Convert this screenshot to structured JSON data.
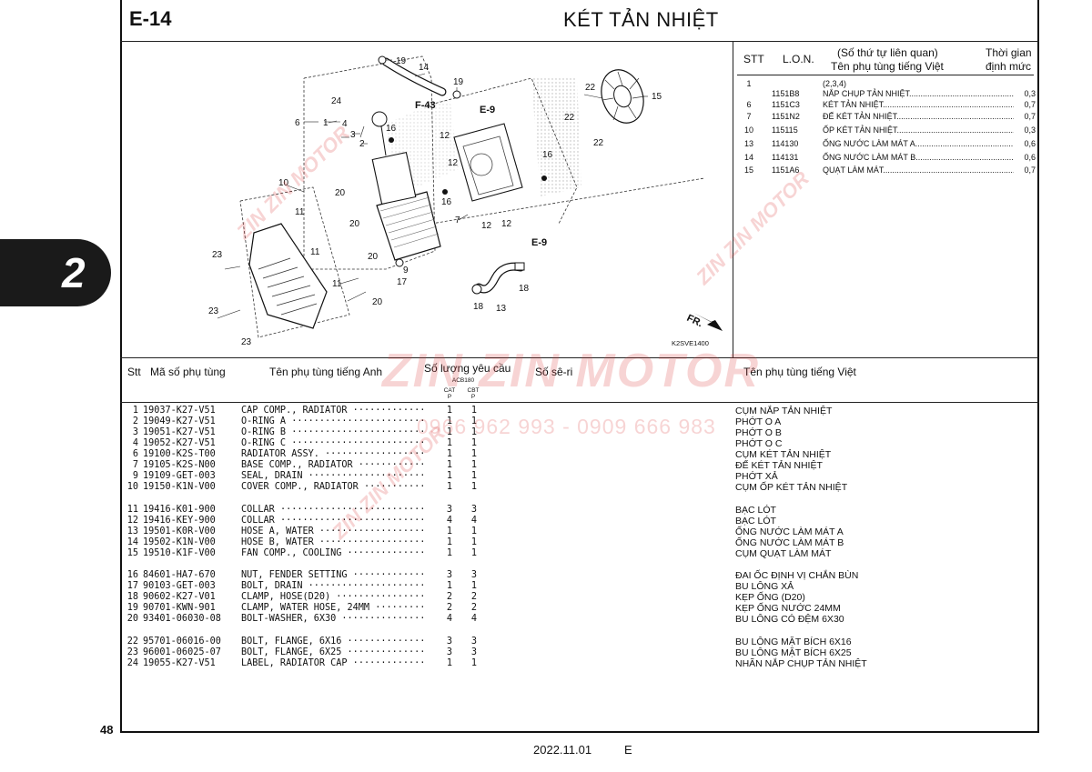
{
  "header": {
    "code": "E-14",
    "title": "KÉT TẢN NHIỆT"
  },
  "side_tab": "2",
  "page_number": "48",
  "footer": {
    "date": "2022.11.01",
    "edition": "E"
  },
  "drawing_code": "K2SVE1400",
  "info_table": {
    "headers": {
      "stt": "STT",
      "lon": "L.O.N.",
      "related_line1": "(Số thứ tự liên quan)",
      "related_line2": "Tên phụ tùng tiếng Việt",
      "time_line1": "Thời gian",
      "time_line2": "định mức"
    },
    "rows": [
      {
        "stt": "1",
        "lon": "",
        "name": "(2,3,4)",
        "time": ""
      },
      {
        "stt": "",
        "lon": "1151B8",
        "name": "NẮP CHỤP TẢN NHIỆT",
        "time": "0,3"
      },
      {
        "stt": "6",
        "lon": "1151C3",
        "name": "KÉT TẢN NHIỆT",
        "time": "0,7"
      },
      {
        "stt": "7",
        "lon": "1151N2",
        "name": "ĐẾ KÉT TẢN NHIỆT",
        "time": "0,7"
      },
      {
        "stt": "10",
        "lon": "115115",
        "name": "ỐP KÉT TẢN NHIỆT",
        "time": "0,3"
      },
      {
        "stt": "13",
        "lon": "114130",
        "name": "ỐNG NƯỚC LÀM MÁT A",
        "time": "0,6"
      },
      {
        "stt": "14",
        "lon": "114131",
        "name": "ỐNG NƯỚC LÀM MÁT B",
        "time": "0,6"
      },
      {
        "stt": "15",
        "lon": "1151A6",
        "name": "QUẠT LÀM MÁT",
        "time": "0,7"
      }
    ]
  },
  "parts_header": {
    "stt": "Stt",
    "part_no": "Mã số phụ tùng",
    "name_en": "Tên phụ tùng tiếng Anh",
    "qty": "Số lượng yêu cầu",
    "model": "ACB180",
    "col1_top": "CAT",
    "col1_bot": "P",
    "col2_top": "CBT",
    "col2_bot": "P",
    "serial": "Số sê-ri",
    "name_vi": "Tên phụ tùng tiếng Việt"
  },
  "parts": [
    {
      "no": "1",
      "pn": "19037-K27-V51",
      "en": "CAP COMP., RADIATOR",
      "q1": "1",
      "q2": "1",
      "vi": "CỤM NẮP TẢN NHIỆT"
    },
    {
      "no": "2",
      "pn": "19049-K27-V51",
      "en": "O-RING A",
      "q1": "1",
      "q2": "1",
      "vi": "PHỚT O A"
    },
    {
      "no": "3",
      "pn": "19051-K27-V51",
      "en": "O-RING B",
      "q1": "1",
      "q2": "1",
      "vi": "PHỚT O B"
    },
    {
      "no": "4",
      "pn": "19052-K27-V51",
      "en": "O-RING C",
      "q1": "1",
      "q2": "1",
      "vi": "PHỚT O C"
    },
    {
      "no": "6",
      "pn": "19100-K2S-T00",
      "en": "RADIATOR ASSY.",
      "q1": "1",
      "q2": "1",
      "vi": "CỤM KÉT TẢN NHIỆT"
    },
    {
      "no": "7",
      "pn": "19105-K2S-N00",
      "en": "BASE COMP., RADIATOR",
      "q1": "1",
      "q2": "1",
      "vi": "ĐẾ KÉT TẢN NHIỆT"
    },
    {
      "no": "9",
      "pn": "19109-GET-003",
      "en": "SEAL, DRAIN",
      "q1": "1",
      "q2": "1",
      "vi": "PHỚT XẢ"
    },
    {
      "no": "10",
      "pn": "19150-K1N-V00",
      "en": "COVER COMP., RADIATOR",
      "q1": "1",
      "q2": "1",
      "vi": "CỤM ỐP KÉT TẢN NHIỆT"
    },
    {
      "no": "11",
      "pn": "19416-K01-900",
      "en": "COLLAR",
      "q1": "3",
      "q2": "3",
      "vi": "BẠC LÓT"
    },
    {
      "no": "12",
      "pn": "19416-KEY-900",
      "en": "COLLAR",
      "q1": "4",
      "q2": "4",
      "vi": "BẠC LÓT"
    },
    {
      "no": "13",
      "pn": "19501-K0R-V00",
      "en": "HOSE A, WATER",
      "q1": "1",
      "q2": "1",
      "vi": "ỐNG NƯỚC LÀM MÁT A"
    },
    {
      "no": "14",
      "pn": "19502-K1N-V00",
      "en": "HOSE B, WATER",
      "q1": "1",
      "q2": "1",
      "vi": "ỐNG NƯỚC LÀM MÁT B"
    },
    {
      "no": "15",
      "pn": "19510-K1F-V00",
      "en": "FAN COMP., COOLING",
      "q1": "1",
      "q2": "1",
      "vi": "CỤM QUẠT LÀM MÁT"
    },
    {
      "no": "16",
      "pn": "84601-HA7-670",
      "en": "NUT, FENDER SETTING",
      "q1": "3",
      "q2": "3",
      "vi": "ĐAI ỐC ĐỊNH VỊ CHẮN BÙN"
    },
    {
      "no": "17",
      "pn": "90103-GET-003",
      "en": "BOLT, DRAIN",
      "q1": "1",
      "q2": "1",
      "vi": "BU LÔNG XẢ"
    },
    {
      "no": "18",
      "pn": "90602-K27-V01",
      "en": "CLAMP, HOSE(D20)",
      "q1": "2",
      "q2": "2",
      "vi": "KẸP ỐNG (D20)"
    },
    {
      "no": "19",
      "pn": "90701-KWN-901",
      "en": "CLAMP, WATER HOSE, 24MM",
      "q1": "2",
      "q2": "2",
      "vi": "KẸP ỐNG NƯỚC 24MM"
    },
    {
      "no": "20",
      "pn": "93401-06030-08",
      "en": "BOLT-WASHER, 6X30",
      "q1": "4",
      "q2": "4",
      "vi": "BU LÔNG CÓ ĐỆM 6X30"
    },
    {
      "no": "22",
      "pn": "95701-06016-00",
      "en": "BOLT, FLANGE, 6X16",
      "q1": "3",
      "q2": "3",
      "vi": "BU LÔNG MẶT BÍCH 6X16"
    },
    {
      "no": "23",
      "pn": "96001-06025-07",
      "en": "BOLT, FLANGE, 6X25",
      "q1": "3",
      "q2": "3",
      "vi": "BU LÔNG MẶT BÍCH 6X25"
    },
    {
      "no": "24",
      "pn": "19055-K27-V51",
      "en": "LABEL, RADIATOR CAP",
      "q1": "1",
      "q2": "1",
      "vi": "NHÃN NẮP CHỤP TẢN NHIỆT"
    }
  ],
  "diagram": {
    "refs": [
      "F-43",
      "E-9",
      "E-9"
    ],
    "direction": "FR.",
    "callouts": [
      "19",
      "14",
      "19",
      "22",
      "15",
      "24",
      "6",
      "1",
      "4",
      "3",
      "2",
      "16",
      "12",
      "12",
      "22",
      "22",
      "16",
      "16",
      "20",
      "20",
      "7",
      "12",
      "12",
      "10",
      "11",
      "11",
      "11",
      "23",
      "23",
      "23",
      "20",
      "9",
      "17",
      "20",
      "18",
      "18",
      "13"
    ]
  },
  "watermark": {
    "brand": "ZIN ZIN MOTOR",
    "phone": "0966 962 993 - 0909 666 983"
  }
}
